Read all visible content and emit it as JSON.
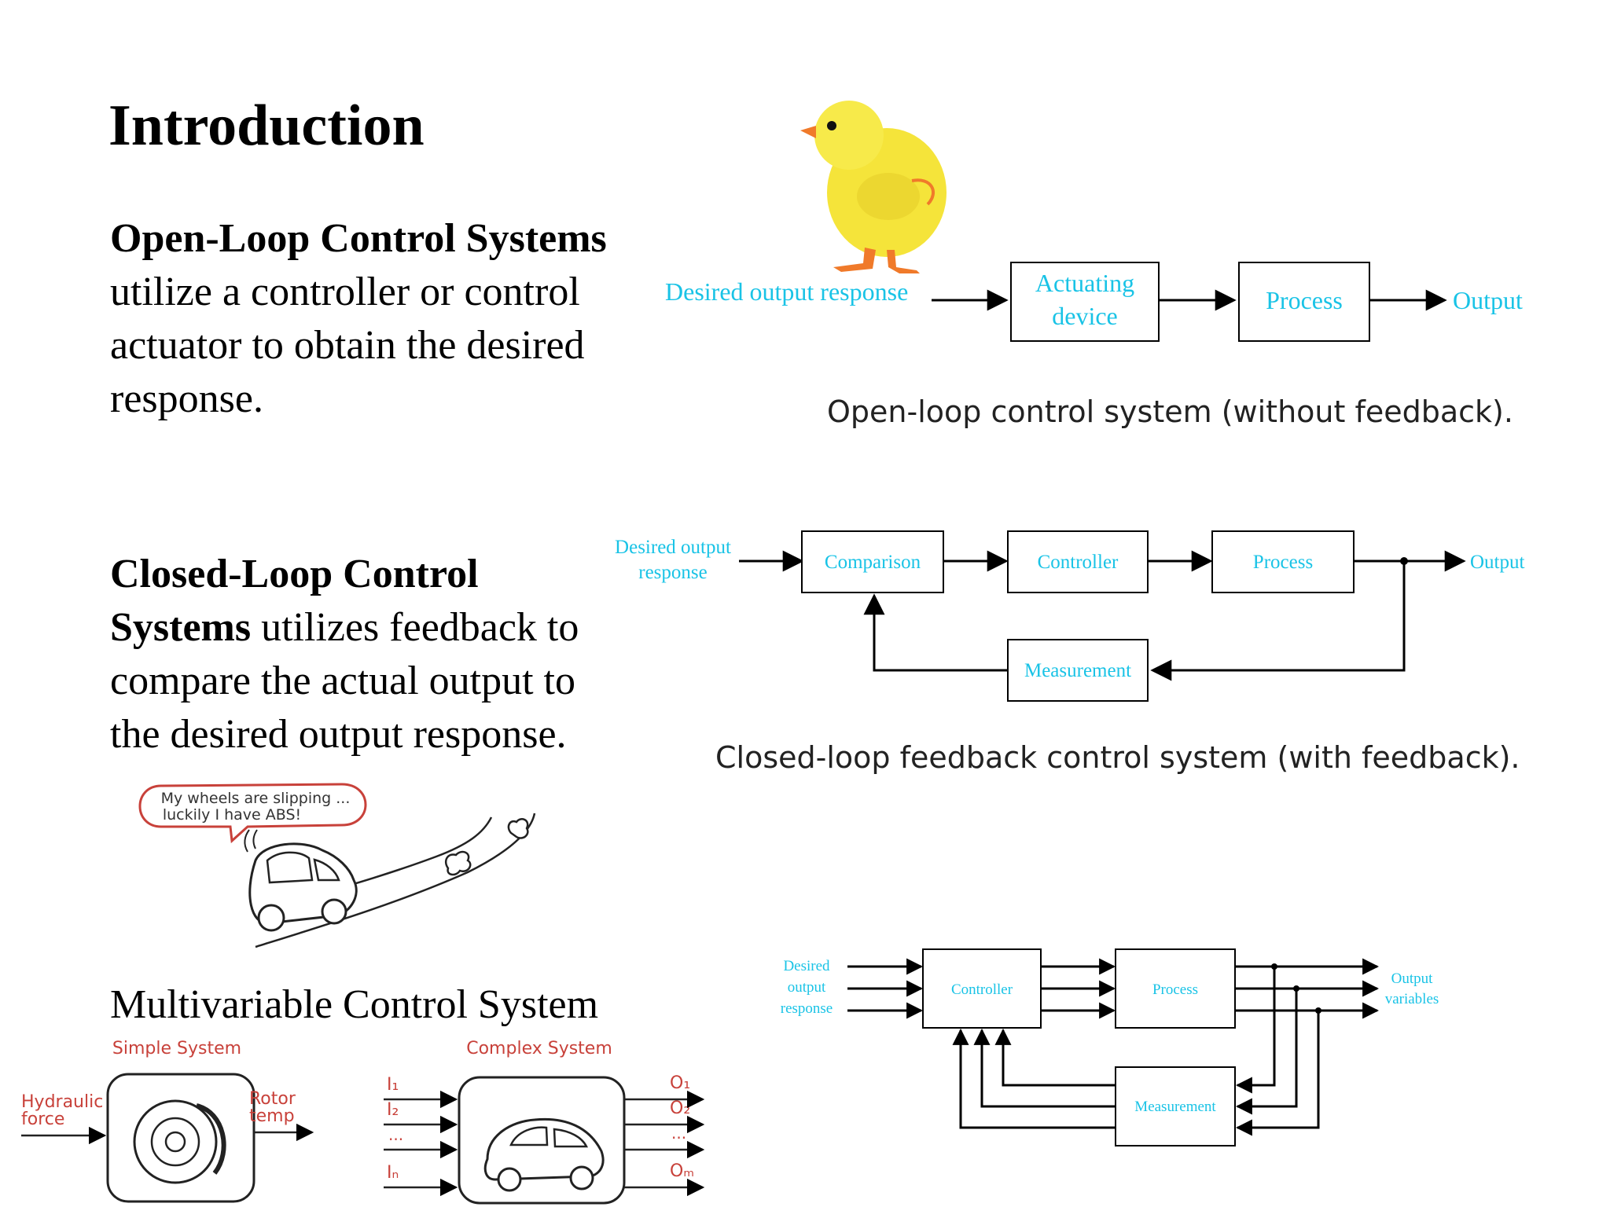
{
  "page": {
    "title": "Introduction",
    "open_loop": {
      "term": "Open-Loop Control Systems",
      "body_line1": "utilize a controller or control",
      "body_line2": "actuator to obtain the desired",
      "body_line3": "response."
    },
    "closed_loop": {
      "term_line1": "Closed-Loop Control",
      "term_line2": "Systems",
      "body_line2_rest": " utilizes feedback to",
      "body_line3": "compare the actual output to",
      "body_line4": "the desired output response."
    },
    "multivariable_title": "Multivariable Control System"
  },
  "open_loop_diagram": {
    "input": "Desired output response",
    "block1_line1": "Actuating",
    "block1_line2": "device",
    "block2": "Process",
    "output": "Output",
    "caption": "Open-loop control system (without feedback)."
  },
  "closed_loop_diagram": {
    "input_line1": "Desired output",
    "input_line2": "response",
    "block1": "Comparison",
    "block2": "Controller",
    "block3": "Process",
    "feedback_block": "Measurement",
    "output": "Output",
    "caption": "Closed-loop feedback control system (with feedback)."
  },
  "cartoon": {
    "speech_line1": "My wheels are slipping ...",
    "speech_line2": "luckily I have ABS!"
  },
  "simple_system": {
    "title": "Simple System",
    "input_line1": "Hydraulic",
    "input_line2": "force",
    "output_line1": "Rotor",
    "output_line2": "temp"
  },
  "complex_system": {
    "title": "Complex System",
    "in1": "I₁",
    "in2": "I₂",
    "in_dots": "...",
    "in_n": "Iₙ",
    "out1": "O₁",
    "out2": "O₂",
    "out_dots": "...",
    "out_m": "Oₘ"
  },
  "multivariable_diagram": {
    "input_line1": "Desired",
    "input_line2": "output",
    "input_line3": "response",
    "block1": "Controller",
    "block2": "Process",
    "feedback_block": "Measurement",
    "output_line1": "Output",
    "output_line2": "variables"
  },
  "colors": {
    "diagram_text": "#19c3e6",
    "chick_yellow": "#f5e43a",
    "chick_orange": "#f07a2a",
    "cartoon_red": "#c8413a"
  }
}
